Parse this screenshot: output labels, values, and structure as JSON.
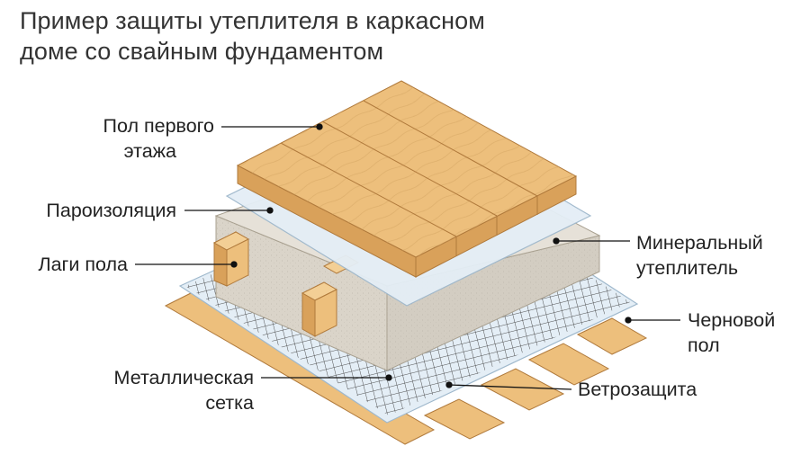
{
  "title": {
    "line1": "Пример защиты утеплителя в каркасном",
    "line2": "доме со свайным фундаментом"
  },
  "labels": {
    "floor_first": {
      "line1": "Пол первого",
      "line2": "этажа"
    },
    "vapor_barrier": {
      "line1": "Пароизоляция"
    },
    "floor_joists": {
      "line1": "Лаги пола"
    },
    "metal_mesh": {
      "line1": "Металлическая",
      "line2": "сетка"
    },
    "mineral_insulation": {
      "line1": "Минеральный",
      "line2": "утеплитель"
    },
    "subfloor": {
      "line1": "Черновой",
      "line2": "пол"
    },
    "wind_barrier": {
      "line1": "Ветрозащита"
    }
  },
  "colors": {
    "wood": "#EDBF7C",
    "wood_side": "#D9A15A",
    "wood_edge": "#B07A3C",
    "insulation_top": "#E6E1D8",
    "insulation_side": "#D3CDC2",
    "film": "#E4EEF6",
    "film_edge": "#9FB8CC",
    "mesh": "#3F3F3F",
    "leader": "#111111"
  }
}
